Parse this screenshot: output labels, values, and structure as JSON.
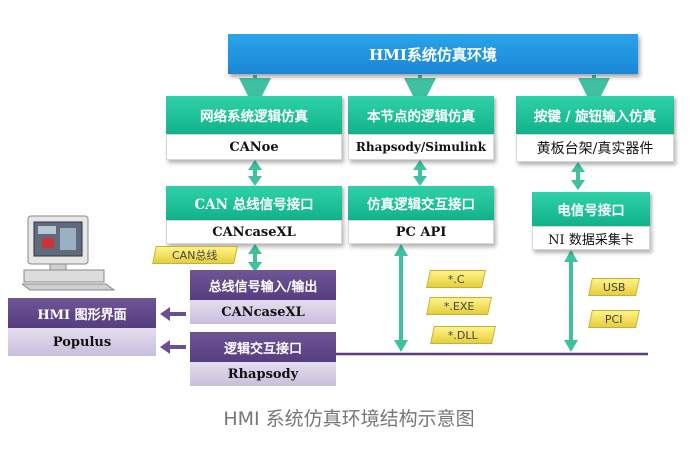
{
  "title": "HMI系统仿真环境",
  "columns": [
    {
      "top_box": "网络系统逻辑仿真",
      "top_sub": "CANoe",
      "mid_box": "CAN 总线信号接口",
      "mid_sub": "CANcaseXL"
    },
    {
      "top_box": "本节点的逻辑仿真",
      "top_sub": "Rhapsody/Simulink",
      "mid_box": "仿真逻辑交互接口",
      "mid_sub": "PC API"
    },
    {
      "top_box": "按键 / 旋钮输入仿真",
      "top_sub": "黄板台架/真实器件",
      "mid_box": "电信号接口",
      "mid_sub": "NI 数据采集卡"
    }
  ],
  "can_tag": "CAN总线",
  "bus_io": {
    "label": "总线信号输入/输出",
    "sub": "CANcaseXL"
  },
  "logic_if": {
    "label": "逻辑交互接口",
    "sub": "Rhapsody"
  },
  "hmi": {
    "label": "HMI 图形界面",
    "sub": "Populus"
  },
  "file_tags": [
    "*.C",
    "*.EXE",
    "*.DLL"
  ],
  "hw_tags": [
    "USB",
    "PCI"
  ],
  "caption": "HMI 系统仿真环境结构示意图",
  "colors": {
    "title_bar": "#1b86d6",
    "module": "#11b28b",
    "purple": "#563d7f",
    "arrow": "#3fc0a0",
    "tag": "#fff28a"
  }
}
